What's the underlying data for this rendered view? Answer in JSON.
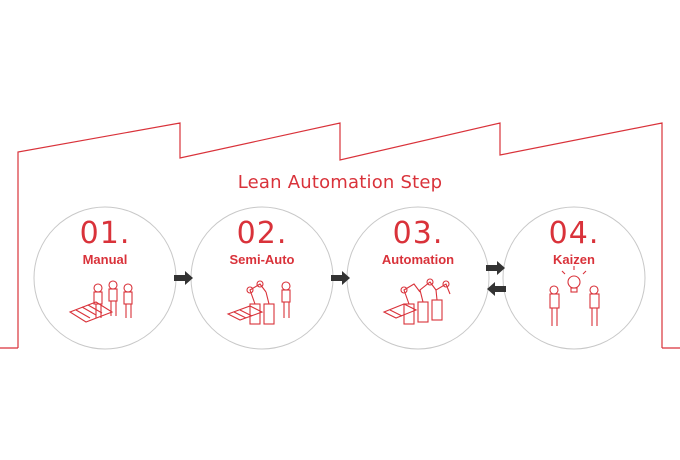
{
  "title": "Lean Automation Step",
  "steps": [
    {
      "number": "01.",
      "label": "Manual",
      "icon": "manual-workers-icon"
    },
    {
      "number": "02.",
      "label": "Semi-Auto",
      "icon": "semi-auto-robot-icon"
    },
    {
      "number": "03.",
      "label": "Automation",
      "icon": "automation-robots-icon"
    },
    {
      "number": "04.",
      "label": "Kaizen",
      "icon": "kaizen-idea-icon"
    }
  ],
  "colors": {
    "accent": "#d9323a",
    "outline": "#c8c8c8",
    "arrow": "#333333"
  }
}
